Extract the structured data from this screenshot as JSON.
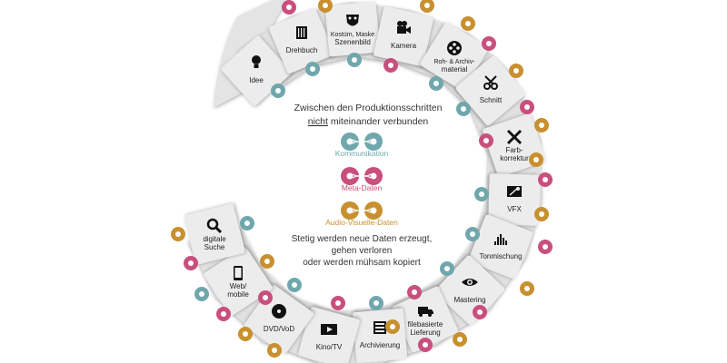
{
  "colors": {
    "teal": "#6fa7ac",
    "pink": "#c94f7c",
    "gold": "#c8902f",
    "band": "#e1e1e1",
    "tile": "#ececec",
    "text": "#222222"
  },
  "stages": [
    {
      "id": "idee",
      "label": [
        "Idee"
      ],
      "icon": "lightbulb-icon"
    },
    {
      "id": "drehbuch",
      "label": [
        "Drehbuch"
      ],
      "icon": "book-icon"
    },
    {
      "id": "kostuem",
      "label": [
        "Kostüm, Maske",
        "Szenenbild"
      ],
      "icon": "theater-mask-icon"
    },
    {
      "id": "kamera",
      "label": [
        "Kamera"
      ],
      "icon": "film-camera-icon"
    },
    {
      "id": "roh",
      "label": [
        "Roh- & Archiv-",
        "material"
      ],
      "icon": "film-reel-icon"
    },
    {
      "id": "schnitt",
      "label": [
        "Schnitt"
      ],
      "icon": "scissors-icon"
    },
    {
      "id": "farb",
      "label": [
        "Farb-",
        "korrektur"
      ],
      "icon": "tools-icon"
    },
    {
      "id": "vfx",
      "label": [
        "VFX"
      ],
      "icon": "vfx-icon"
    },
    {
      "id": "ton",
      "label": [
        "Tonmischung"
      ],
      "icon": "equalizer-icon"
    },
    {
      "id": "mastering",
      "label": [
        "Mastering"
      ],
      "icon": "eye-icon"
    },
    {
      "id": "filebasiert",
      "label": [
        "filebasierte",
        "Lieferung"
      ],
      "icon": "delivery-truck-icon"
    },
    {
      "id": "archiv",
      "label": [
        "Archivierung"
      ],
      "icon": "archive-film-icon"
    },
    {
      "id": "kino",
      "label": [
        "Kino/TV"
      ],
      "icon": "play-screen-icon"
    },
    {
      "id": "dvd",
      "label": [
        "DVD/VoD"
      ],
      "icon": "disc-icon"
    },
    {
      "id": "web",
      "label": [
        "Web/",
        "mobile"
      ],
      "icon": "tablet-icon"
    },
    {
      "id": "suche",
      "label": [
        "digitale",
        "Suche"
      ],
      "icon": "magnifier-icon"
    }
  ],
  "center": {
    "heading_line1": "Zwischen den Produktionsschritten",
    "heading_underlined": "nicht",
    "heading_rest": " miteinander verbunden",
    "legend": [
      {
        "label": "Kommunikation",
        "color": "#6fa7ac"
      },
      {
        "label": "Meta-Daten",
        "color": "#c94f7c"
      },
      {
        "label": "Audio-Visuelle-Daten",
        "color": "#c8902f"
      }
    ],
    "footer": [
      "Stetig werden neue Daten erzeugt,",
      "gehen verloren",
      "oder werden mühsam kopiert"
    ]
  }
}
